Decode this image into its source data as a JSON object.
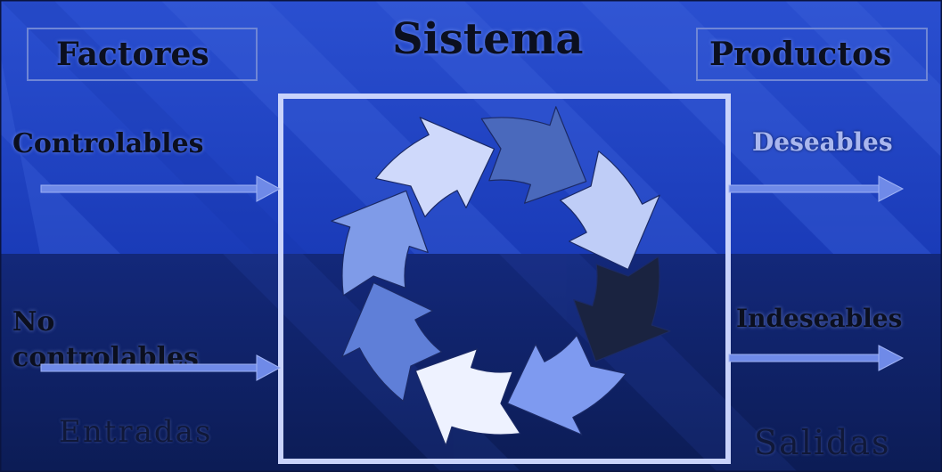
{
  "title": "Sistema",
  "left": {
    "heading": "Factores",
    "input_top": "Controlables",
    "input_bottom_line1": "No",
    "input_bottom_line2": "controlables",
    "footer": "Entradas"
  },
  "right": {
    "heading": "Productos",
    "output_top": "Deseables",
    "output_bottom": "Indeseables",
    "footer": "Salidas"
  },
  "colors": {
    "background_top": "#1f44c2",
    "background_bottom": "#0d1f5c",
    "stripe": "#2b52cf",
    "box_border": "#c9d3fb",
    "arrow": "#6f8ae8",
    "cycle_segments": [
      "#4a69bc",
      "#bfcdf7",
      "#1a2340",
      "#7e9af0",
      "#eef2ff",
      "#5f7fd8",
      "#7f9be8",
      "#cfd9fb"
    ]
  }
}
